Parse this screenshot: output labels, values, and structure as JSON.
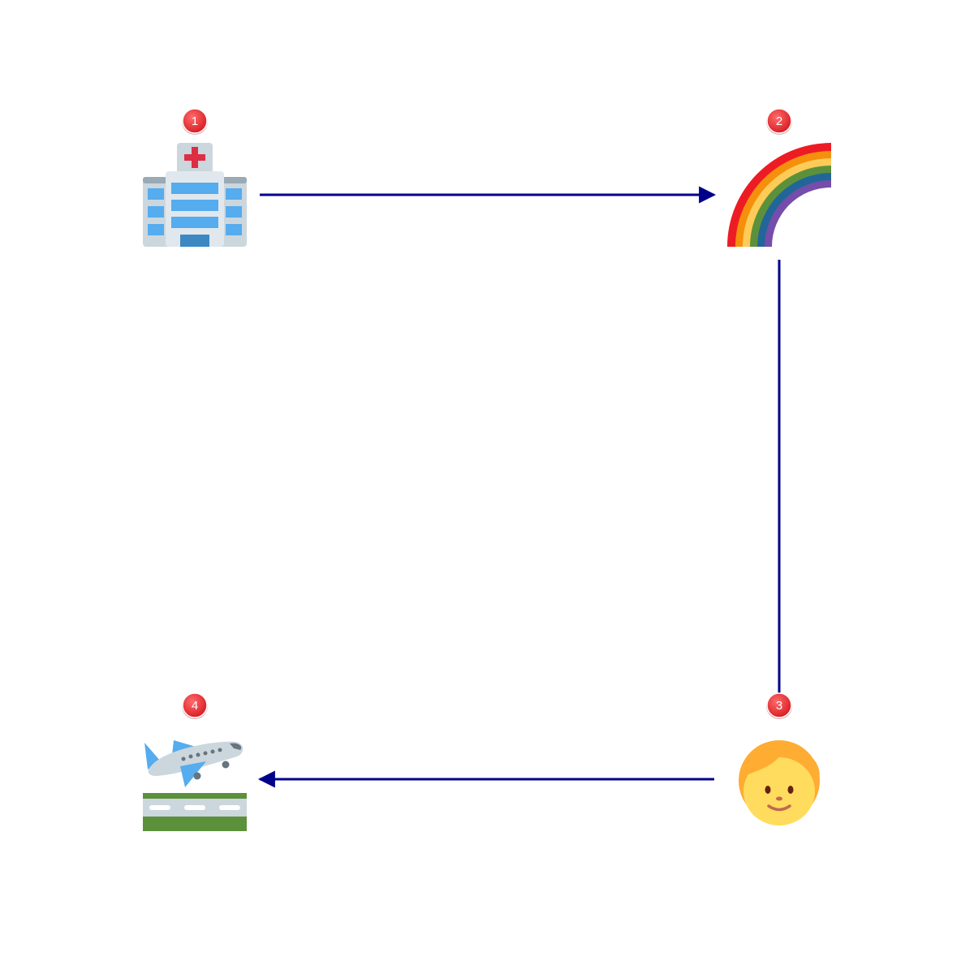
{
  "diagram": {
    "nodes": [
      {
        "id": "1",
        "icon": "hospital-icon",
        "badge": "1"
      },
      {
        "id": "2",
        "icon": "rainbow-icon",
        "badge": "2"
      },
      {
        "id": "3",
        "icon": "child-face-icon",
        "badge": "3"
      },
      {
        "id": "4",
        "icon": "airplane-departure-icon",
        "badge": "4"
      }
    ],
    "edges": [
      {
        "from": "1",
        "to": "2"
      },
      {
        "from": "2",
        "to": "3"
      },
      {
        "from": "3",
        "to": "4"
      }
    ],
    "colors": {
      "edge": "#00008b",
      "badge_fill": "#e8363d",
      "badge_text": "#ffffff"
    }
  }
}
